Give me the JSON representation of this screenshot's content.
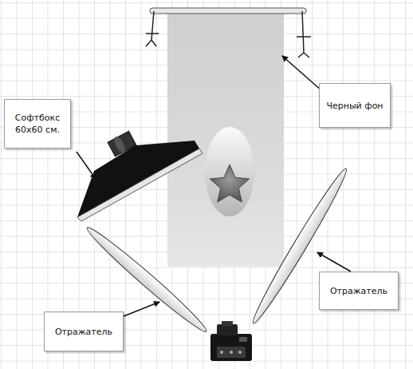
{
  "diagram": {
    "nodes": [
      {
        "text": [
          "Софтбокс 60х60 см."
        ]
      },
      {
        "text": [
          "Черный фон"
        ]
      },
      {
        "text": [
          "Отражатель"
        ]
      },
      {
        "text": [
          "Отражатель"
        ]
      }
    ]
  }
}
